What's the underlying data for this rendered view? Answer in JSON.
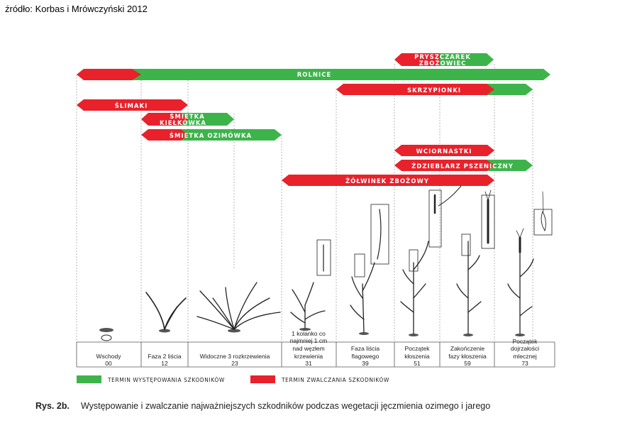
{
  "source": "źródło: Korbas i Mrówczyński 2012",
  "colors": {
    "occurrence": "#3cb44a",
    "control": "#e8212b"
  },
  "bars": [
    {
      "label": "PRYSZCZAREK",
      "label2": "ZBOŻOWIEC"
    },
    {
      "label": "ROLNICE"
    },
    {
      "label": "SKRZYPIONKI"
    },
    {
      "label": "ŚLIMAKI"
    },
    {
      "label": "ŚMIETKA",
      "label2": "KIEŁKÓWKA"
    },
    {
      "label": "ŚMIETKA OZIMÓWKA"
    },
    {
      "label": "WCIORNASTKI"
    },
    {
      "label": "ŻDZIEBLARZ PSZENICZNY"
    },
    {
      "label": "ŻÓŁWINEK ZBOŻOWY"
    }
  ],
  "stages": [
    {
      "lines": [
        "Wschody"
      ],
      "code": "00"
    },
    {
      "lines": [
        "Faza 2 liścia"
      ],
      "code": "12"
    },
    {
      "lines": [
        "Widoczne 3 rozkrzewienia"
      ],
      "code": "23"
    },
    {
      "lines": [
        "1 kolanko co",
        "najmniej 1 cm",
        "nad węzłem",
        "krzewienia"
      ],
      "code": "31"
    },
    {
      "lines": [
        "Faza liścia",
        "flagowego"
      ],
      "code": "39"
    },
    {
      "lines": [
        "Początek",
        "kłoszenia"
      ],
      "code": "51"
    },
    {
      "lines": [
        "Zakończenie",
        "fazy kłoszenia"
      ],
      "code": "59"
    },
    {
      "lines": [
        "Początek",
        "dojrzałości",
        "mlecznej"
      ],
      "code": "73"
    }
  ],
  "legend": {
    "occurrence": "TERMIN WYSTĘPOWANIA SZKODNIKÓW",
    "control": "TERMIN ZWALCZANIA SZKODNIKÓW"
  },
  "caption": {
    "figure": "Rys. 2b.",
    "text": "Występowanie i zwalczanie najważniejszych szkodników podczas wegetacji jęczmienia ozimego i jarego"
  }
}
